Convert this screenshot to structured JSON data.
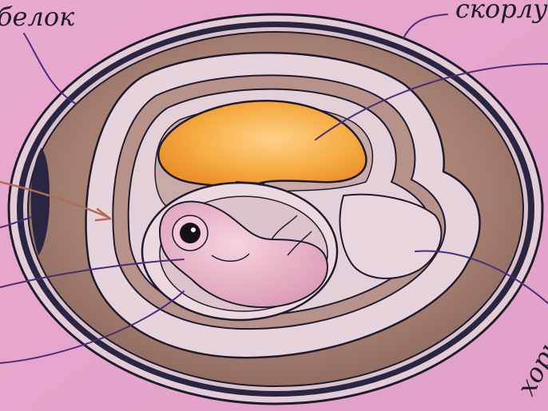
{
  "labels": {
    "albumen": "белок",
    "shell": "скорлупа",
    "chorion": "хорион"
  },
  "colors": {
    "background": "#e8a9cf",
    "shell_outline": "#1f1a2e",
    "albumen": "#9a7468",
    "yolk": "#f3a23c",
    "embryo": "#e9b6c8",
    "leader_line": "#4a2c78",
    "arrow": "#b06a5c"
  }
}
